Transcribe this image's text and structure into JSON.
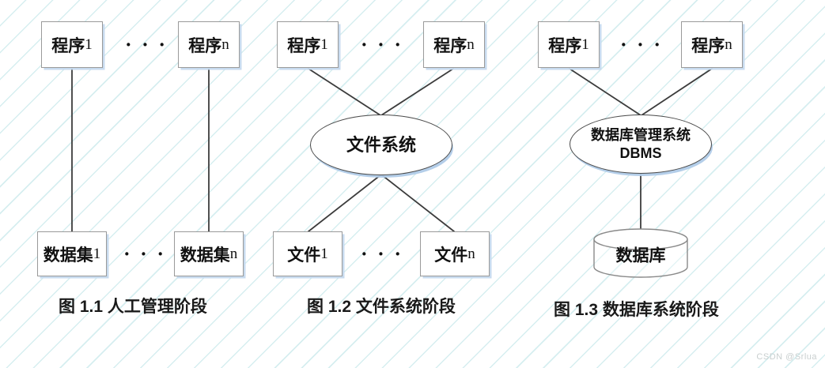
{
  "watermark": "CSDN @Srlua",
  "colors": {
    "background": "#ffffff",
    "stripe": "#78c8cd",
    "box_border": "#9a9a9a",
    "box_shadow": "#c5d9ee",
    "ellipse_border": "#4a4a4a",
    "ellipse_shadow": "#b0cbe8",
    "connector": "#3c3c3c",
    "text": "#111111",
    "watermark": "#c9cfcf"
  },
  "panels": [
    {
      "id": "manual-management-stage",
      "caption": "图 1.1  人工管理阶段",
      "ellipsis_top": "· · ·",
      "ellipsis_bottom": "· · ·",
      "top_nodes": [
        {
          "name": "program-1",
          "text": "程序",
          "suffix": "1"
        },
        {
          "name": "program-n",
          "text": "程序",
          "suffix": "n"
        }
      ],
      "bottom_nodes": [
        {
          "name": "dataset-1",
          "text": "数据集",
          "suffix": "1"
        },
        {
          "name": "dataset-n",
          "text": "数据集",
          "suffix": "n"
        }
      ]
    },
    {
      "id": "file-system-stage",
      "caption": "图 1.2  文件系统阶段",
      "ellipsis_top": "· · ·",
      "ellipsis_bottom": "· · ·",
      "top_nodes": [
        {
          "name": "program-1",
          "text": "程序",
          "suffix": "1"
        },
        {
          "name": "program-n",
          "text": "程序",
          "suffix": "n"
        }
      ],
      "middle_node": {
        "name": "file-system",
        "line1": "文件系统",
        "line2": ""
      },
      "bottom_nodes": [
        {
          "name": "file-1",
          "text": "文件",
          "suffix": "1"
        },
        {
          "name": "file-n",
          "text": "文件",
          "suffix": "n"
        }
      ]
    },
    {
      "id": "database-system-stage",
      "caption": "图 1.3  数据库系统阶段",
      "ellipsis_top": "· · ·",
      "top_nodes": [
        {
          "name": "program-1",
          "text": "程序",
          "suffix": "1"
        },
        {
          "name": "program-n",
          "text": "程序",
          "suffix": "n"
        }
      ],
      "middle_node": {
        "name": "dbms",
        "line1": "数据库管理系统",
        "line2": "DBMS"
      },
      "bottom_nodes": [
        {
          "name": "database",
          "text": "数据库",
          "suffix": ""
        }
      ]
    }
  ]
}
